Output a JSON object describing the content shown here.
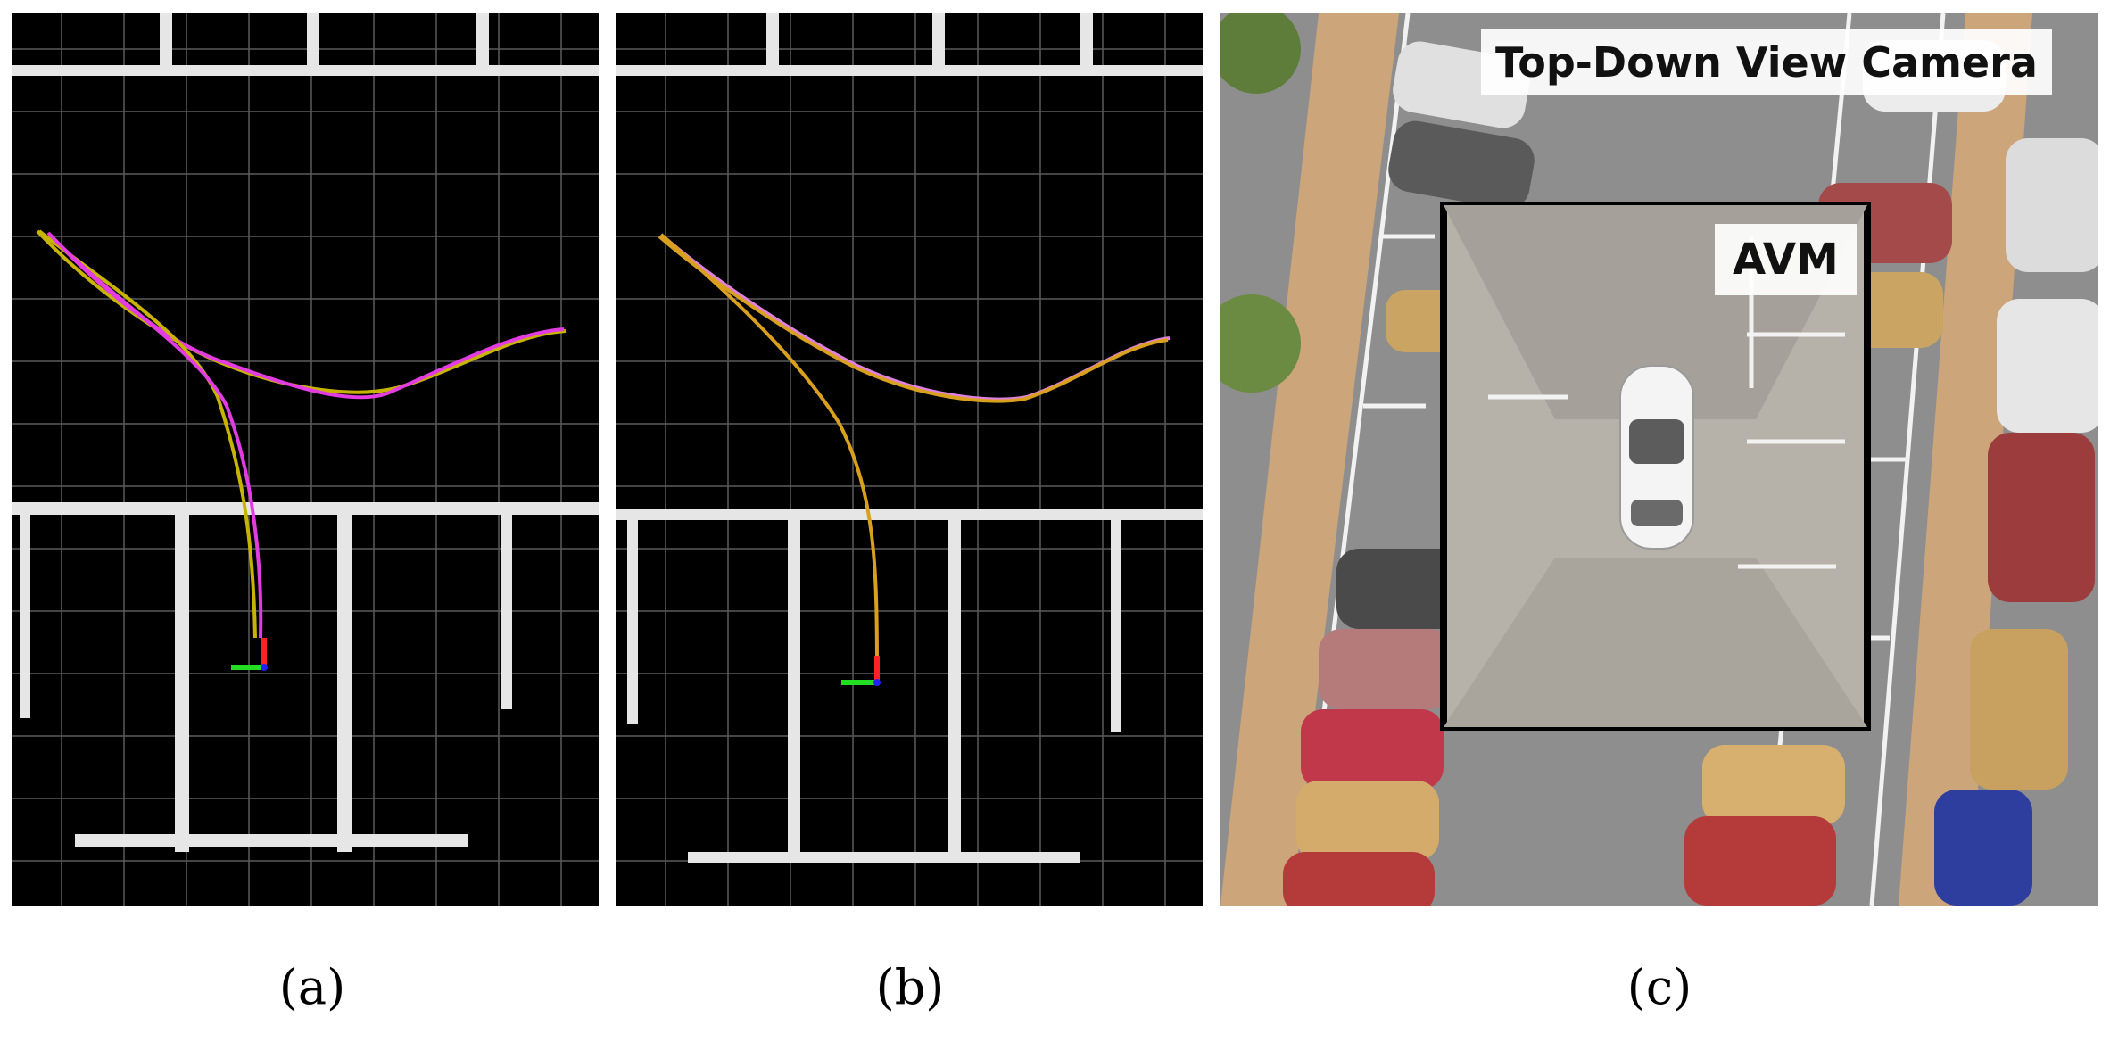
{
  "figure": {
    "captions": {
      "a": "(a)",
      "b": "(b)",
      "c": "(c)"
    }
  },
  "panel_a": {
    "content": "point-cloud map with two trajectories (mismatched)",
    "trajectory_colors": {
      "reference": "#c8b400",
      "estimated": "#e23ce2"
    },
    "axis_colors": {
      "x": "#22dd22",
      "y": "#ff2222",
      "z": "#2222ff"
    }
  },
  "panel_b": {
    "content": "point-cloud map with two trajectories (aligned)",
    "trajectory_colors": {
      "reference": "#d9a020",
      "estimated": "#e080e0"
    },
    "axis_colors": {
      "x": "#22dd22",
      "y": "#ff2222",
      "z": "#2222ff"
    }
  },
  "panel_c": {
    "title": "Top-Down View Camera",
    "avm_label": "AVM"
  }
}
